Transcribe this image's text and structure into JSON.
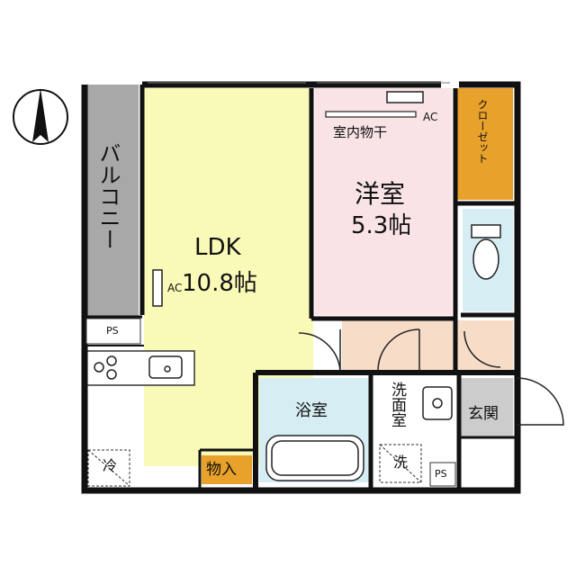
{
  "compass": {
    "north_symbol": "north-arrow-icon"
  },
  "rooms": {
    "balcony": "バルコニー",
    "ldk_name": "LDK",
    "ldk_size": "10.8帖",
    "western_name": "洋室",
    "western_size": "5.3帖",
    "closet": "クローゼット",
    "indoor_drying": "室内物干",
    "bath": "浴室",
    "washroom": "洗面室",
    "entrance": "玄関",
    "storage": "物入"
  },
  "fixtures": {
    "ac_ldk": "AC",
    "ac_western": "AC",
    "ps_top": "PS",
    "ps_bottom": "PS",
    "fridge": "冷",
    "washer": "洗"
  },
  "colors": {
    "wall": "#111111",
    "ldk": "#fafab8",
    "western": "#f9e3e6",
    "closet": "#e8a12a",
    "balcony": "#a8a8a8",
    "bath": "#d6eef3",
    "hall": "#f7dcc8",
    "entrance": "#cccccc",
    "storage": "#e8a12a",
    "kitchen": "#ffffff"
  }
}
